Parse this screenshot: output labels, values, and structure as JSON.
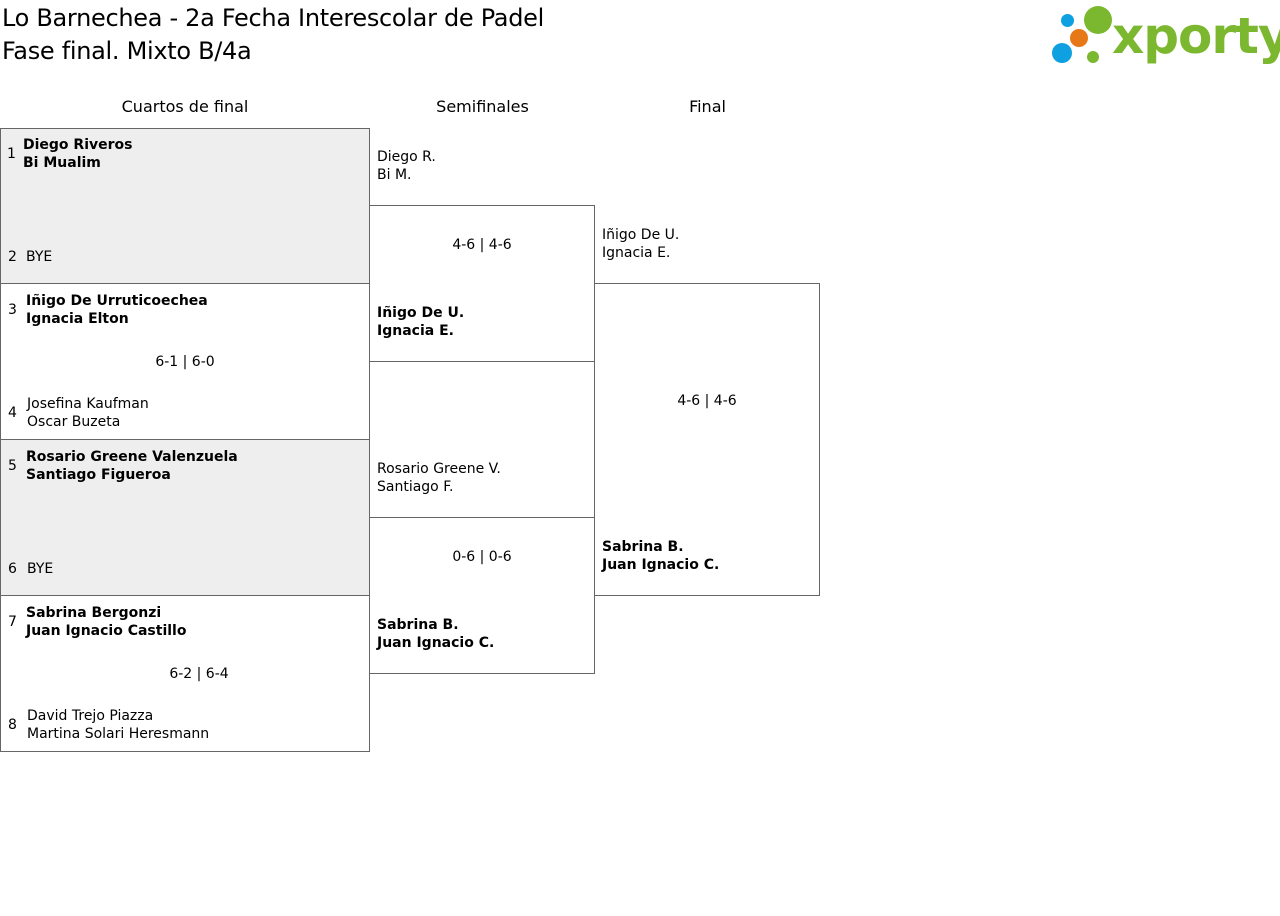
{
  "header": {
    "title_line1": "Lo Barnechea - 2a Fecha Interescolar de Padel",
    "title_line2": "Fase final. Mixto B/4a"
  },
  "logo": {
    "text": "xporty",
    "colors": {
      "green": "#7cb82f",
      "orange": "#e67817",
      "blue": "#0fa0e2"
    }
  },
  "rounds": {
    "quarter": "Cuartos de final",
    "semi": "Semifinales",
    "final": "Final"
  },
  "quarterfinals": [
    {
      "top": {
        "seed": "1",
        "p1": "Diego Riveros",
        "p2": "Bi Mualim",
        "winner": true
      },
      "bottom": {
        "seed": "2",
        "p1": "BYE",
        "p2": "",
        "winner": false
      },
      "score": "",
      "shaded": true
    },
    {
      "top": {
        "seed": "3",
        "p1": "Iñigo De Urruticoechea",
        "p2": "Ignacia Elton",
        "winner": true
      },
      "bottom": {
        "seed": "4",
        "p1": "Josefina Kaufman",
        "p2": "Oscar Buzeta",
        "winner": false
      },
      "score": "6-1 | 6-0",
      "shaded": false
    },
    {
      "top": {
        "seed": "5",
        "p1": "Rosario Greene Valenzuela",
        "p2": "Santiago Figueroa",
        "winner": true
      },
      "bottom": {
        "seed": "6",
        "p1": "BYE",
        "p2": "",
        "winner": false
      },
      "score": "",
      "shaded": true
    },
    {
      "top": {
        "seed": "7",
        "p1": "Sabrina Bergonzi",
        "p2": "Juan Ignacio Castillo",
        "winner": true
      },
      "bottom": {
        "seed": "8",
        "p1": "David Trejo Piazza",
        "p2": "Martina Solari Heresmann",
        "winner": false
      },
      "score": "6-2 | 6-4",
      "shaded": false
    }
  ],
  "semifinals": [
    {
      "top": {
        "p1": "Diego R.",
        "p2": "Bi M.",
        "winner": false
      },
      "bottom": {
        "p1": "Iñigo De U.",
        "p2": "Ignacia E.",
        "winner": true
      },
      "score": "4-6 | 4-6"
    },
    {
      "top": {
        "p1": "Rosario Greene V.",
        "p2": "Santiago F.",
        "winner": false
      },
      "bottom": {
        "p1": "Sabrina B.",
        "p2": "Juan Ignacio C.",
        "winner": true
      },
      "score": "0-6 | 0-6"
    }
  ],
  "final": {
    "top": {
      "p1": "Iñigo De U.",
      "p2": "Ignacia E.",
      "winner": false
    },
    "bottom": {
      "p1": "Sabrina B.",
      "p2": "Juan Ignacio C.",
      "winner": true
    },
    "score": "4-6 | 4-6"
  }
}
